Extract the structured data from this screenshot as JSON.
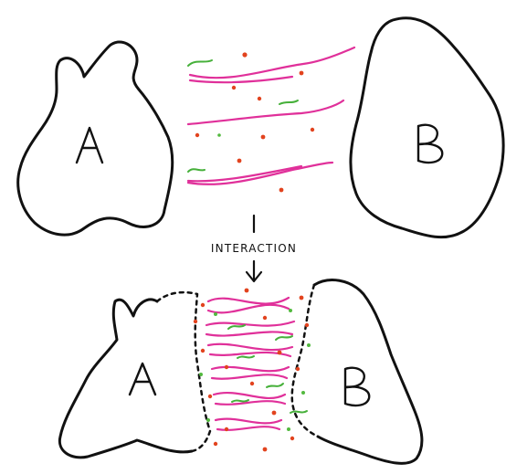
{
  "top_panel": {
    "left_label": "A",
    "right_label": "B"
  },
  "transition": {
    "label": "INTERACTION"
  },
  "bottom_panel": {
    "left_label": "A",
    "right_label": "B"
  },
  "colors": {
    "outline": "#111111",
    "strand": "#e0309a",
    "red_particle": "#e2431e",
    "green_particle": "#52b93e"
  }
}
